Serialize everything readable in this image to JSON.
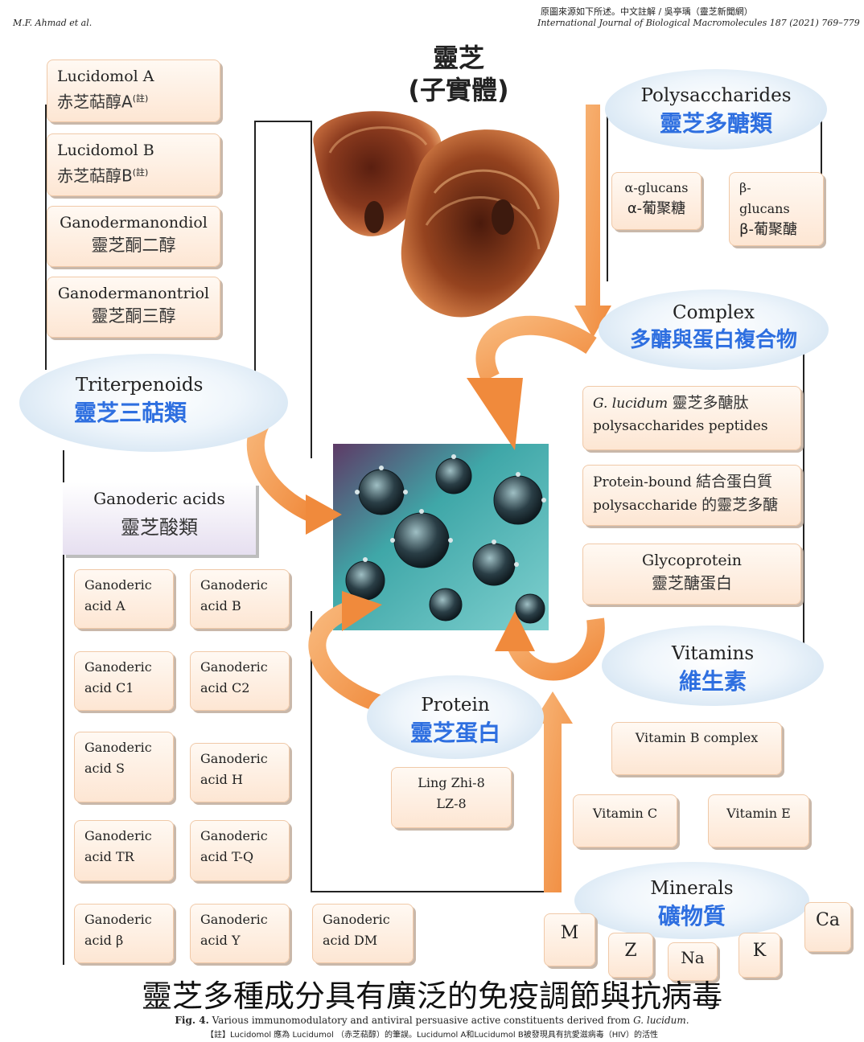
{
  "header": {
    "left": "M.F. Ahmad et al.",
    "right_note": "原圖來源如下所述。中文註解 / 吳亭瑀（靈芝新聞網）",
    "right_journal": "International Journal of Biological Macromolecules 187 (2021) 769–779"
  },
  "fruiting_body": {
    "zh": "靈芝",
    "sub": "(子實體)"
  },
  "triterpenoids": {
    "label_en": "Triterpenoids",
    "label_zh": "靈芝三萜類",
    "items": [
      {
        "en": "Lucidomol A",
        "zh": "赤芝萜醇A",
        "note": "(註)"
      },
      {
        "en": "Lucidomol B",
        "zh": "赤芝萜醇B",
        "note": "(註)"
      },
      {
        "en": "Ganodermanondiol",
        "zh": "靈芝酮二醇"
      },
      {
        "en": "Ganodermanontriol",
        "zh": "靈芝酮三醇"
      }
    ]
  },
  "ganoderic": {
    "label_en": "Ganoderic acids",
    "label_zh": "靈芝酸類",
    "acids": [
      {
        "l1": "Ganoderic",
        "l2": "acid A"
      },
      {
        "l1": "Ganoderic",
        "l2": "acid B"
      },
      {
        "l1": "Ganoderic",
        "l2": "acid C1"
      },
      {
        "l1": "Ganoderic",
        "l2": "acid C2"
      },
      {
        "l1": "Ganoderic",
        "l2": "acid S"
      },
      {
        "l1": "Ganoderic",
        "l2": "acid H"
      },
      {
        "l1": "Ganoderic",
        "l2": "acid TR"
      },
      {
        "l1": "Ganoderic",
        "l2": "acid T-Q"
      },
      {
        "l1": "Ganoderic",
        "l2": "acid β"
      },
      {
        "l1": "Ganoderic",
        "l2": "acid Y"
      },
      {
        "l1": "Ganoderic",
        "l2": "acid DM"
      }
    ]
  },
  "polysaccharides": {
    "label_en": "Polysaccharides",
    "label_zh": "靈芝多醣類",
    "alpha": {
      "en": "α-glucans",
      "zh": "α-葡聚糖"
    },
    "beta": {
      "en1": "β-",
      "en2": "glucans",
      "zh": "β-葡聚醣"
    }
  },
  "complex": {
    "label_en": "Complex",
    "label_zh": "多醣與蛋白複合物",
    "items": [
      {
        "en1": "G. lucidum",
        "zh1": "靈芝多醣肽",
        "en2": "polysaccharides peptides"
      },
      {
        "en1": "Protein-bound",
        "zh1": "結合蛋白質",
        "en2": "polysaccharide",
        "zh2": "的靈芝多醣"
      },
      {
        "en1": "Glycoprotein",
        "zh1": "靈芝醣蛋白"
      }
    ]
  },
  "vitamins": {
    "label_en": "Vitamins",
    "label_zh": "維生素",
    "items": [
      "Vitamin B complex",
      "Vitamin C",
      "Vitamin E"
    ]
  },
  "protein": {
    "label_en": "Protein",
    "label_zh": "靈芝蛋白",
    "item1": "Ling Zhi-8",
    "item2": "LZ-8"
  },
  "minerals": {
    "label_en": "Minerals",
    "label_zh": "礦物質",
    "items": [
      "M",
      "Z",
      "Na",
      "K",
      "Ca"
    ]
  },
  "footer": {
    "title_zh": "靈芝多種成分具有廣泛的免疫調節與抗病毒",
    "fig_label": "Fig. 4.",
    "fig_text": "Various immunomodulatory and antiviral persuasive active constituents derived from",
    "fig_species": "G. lucidum.",
    "note": "【註】Lucidomol 應為 Lucidumol （赤芝萜醇）的筆誤。Lucidumol A和Lucidumol B被發現具有抗愛滋病毒（HIV）的活性"
  },
  "colors": {
    "accent_blue": "#2e6fe0",
    "arrow": "#f5a15a",
    "box_fill": "#fde6d3"
  }
}
